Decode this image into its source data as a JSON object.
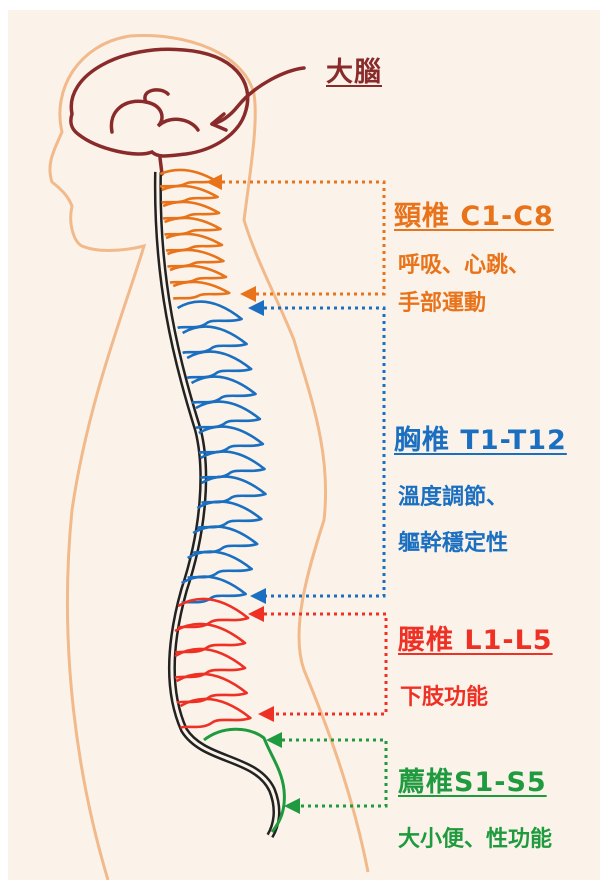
{
  "colors": {
    "background": "#fbf3ea",
    "body_outline": "#f2b98b",
    "brain": "#8a2b2b",
    "spine_outline": "#222222",
    "cervical": "#e8731a",
    "thoracic": "#1b6fc0",
    "lumbar": "#ee3124",
    "sacral": "#1f9a3e"
  },
  "brain": {
    "label": "大腦"
  },
  "regions": [
    {
      "id": "cervical",
      "title": "頸椎 C1-C8",
      "lines": [
        "呼吸、心跳、",
        "手部運動"
      ]
    },
    {
      "id": "thoracic",
      "title": "胸椎 T1-T12",
      "lines": [
        "溫度調節、",
        "軀幹穩定性"
      ]
    },
    {
      "id": "lumbar",
      "title": "腰椎 L1-L5",
      "lines": [
        "下肢功能"
      ]
    },
    {
      "id": "sacral",
      "title": "薦椎S1-S5",
      "lines": [
        "大小便、性功能"
      ]
    }
  ]
}
